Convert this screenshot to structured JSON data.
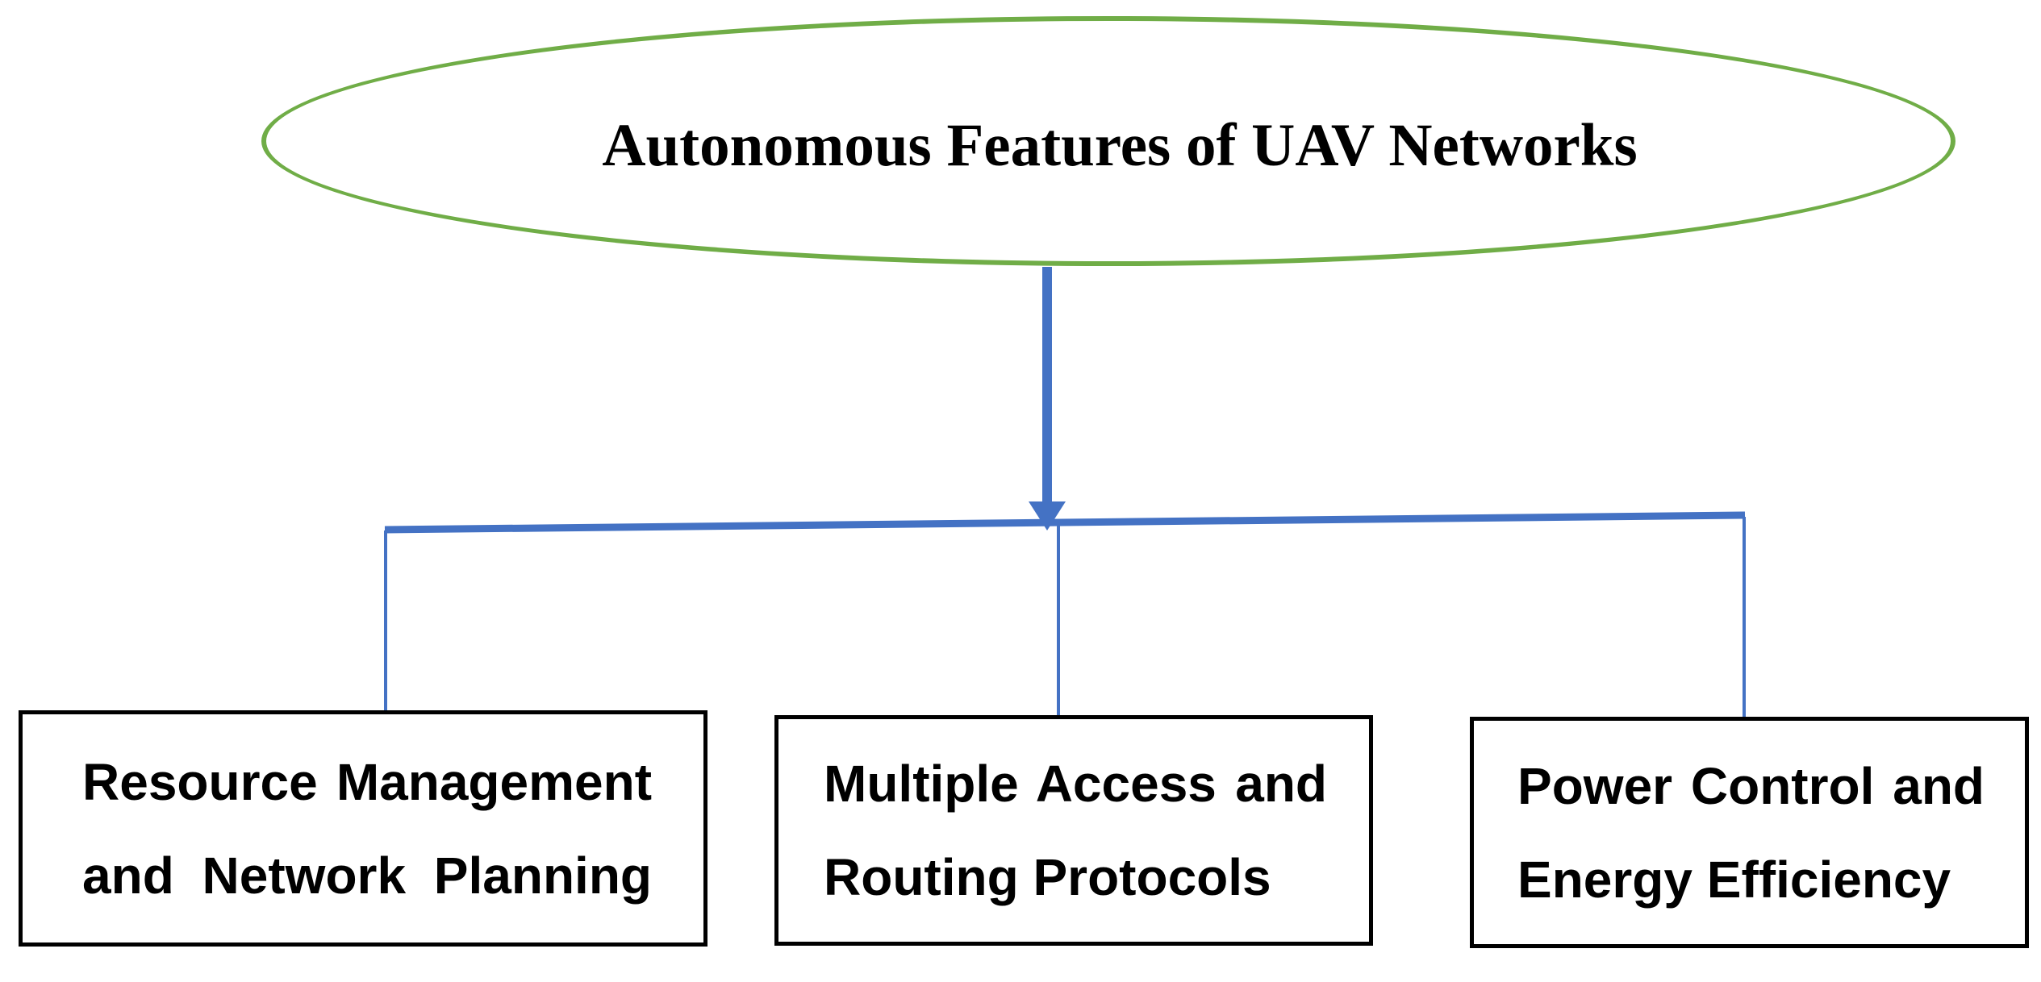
{
  "diagram": {
    "root": {
      "title": "Autonomous Features of UAV Networks"
    },
    "children": [
      {
        "id": "resource-management",
        "line1": "Resource Management",
        "line2": "and Network Planning"
      },
      {
        "id": "multiple-access",
        "line1": "Multiple Access and",
        "line2": "Routing Protocols"
      },
      {
        "id": "power-control",
        "line1": "Power Control and",
        "line2": "Energy Efficiency"
      }
    ]
  },
  "icons": [
    {
      "name": "down-arrow-icon",
      "meaning": "flow from root ellipse to child boxes"
    }
  ],
  "colors": {
    "ellipse-green": "#70AD47",
    "connector-blue": "#4472C4",
    "box-border": "#000000",
    "text": "#000000",
    "background": "#FFFFFF"
  }
}
